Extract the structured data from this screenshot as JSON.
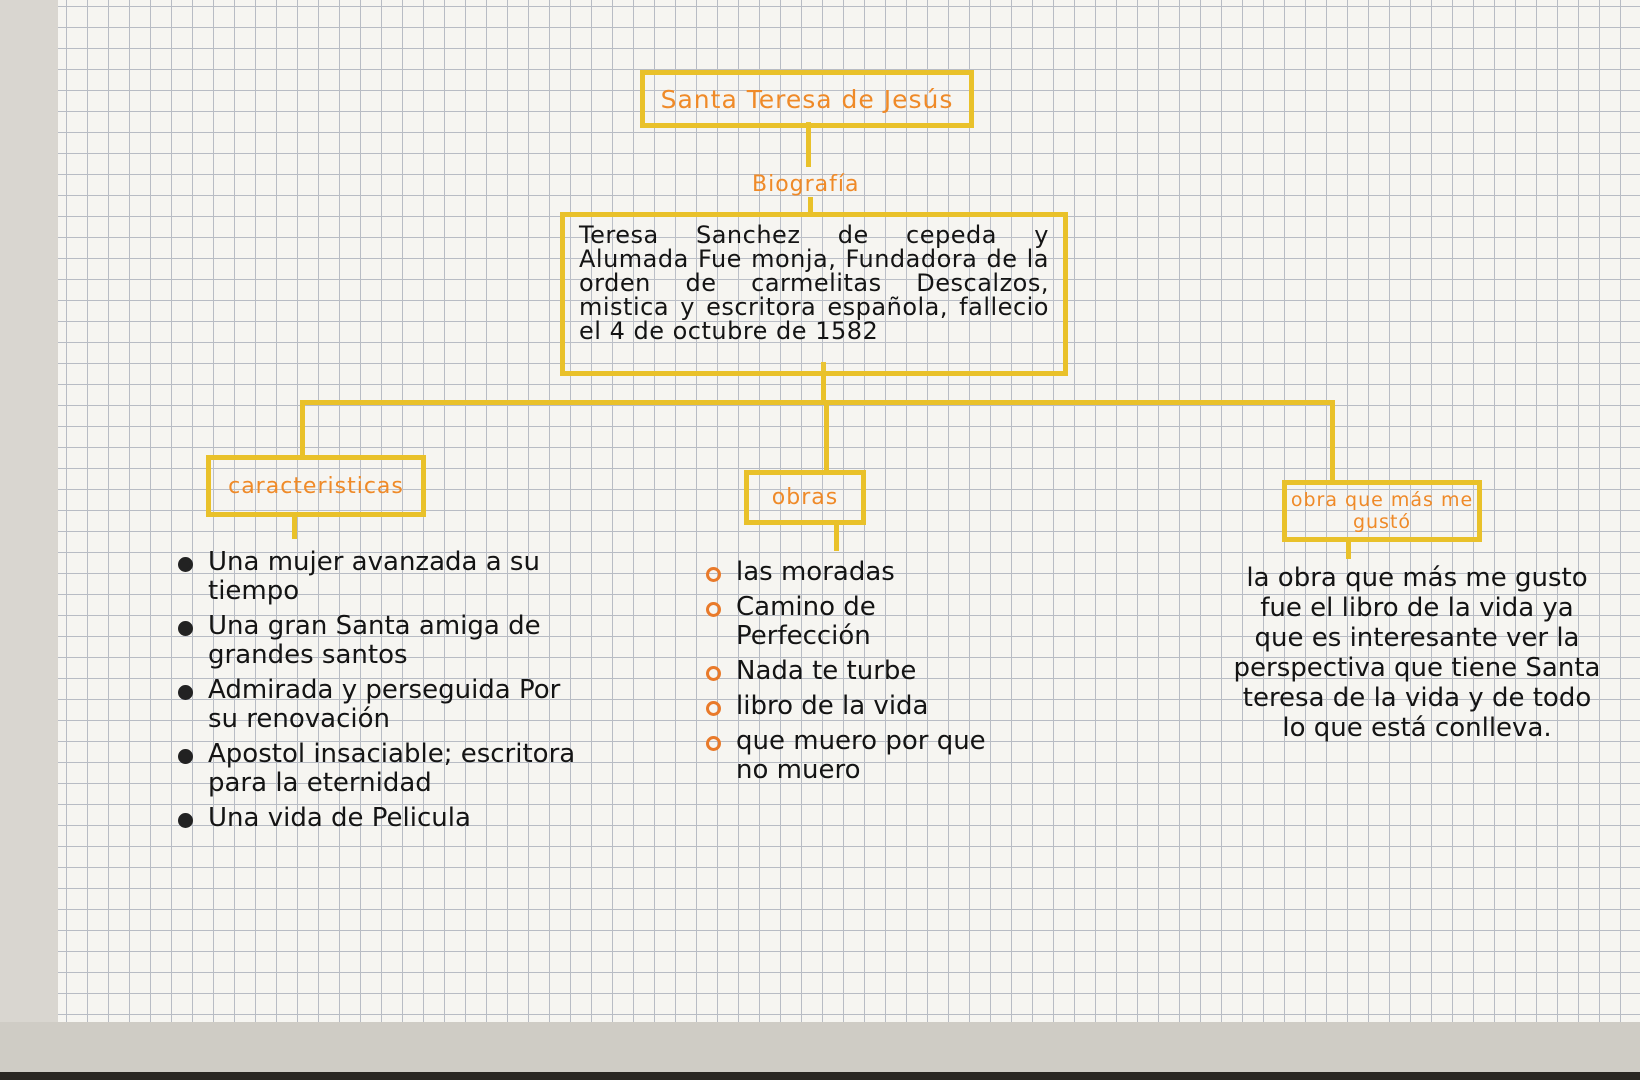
{
  "diagram": {
    "title": "Santa Teresa de Jesús",
    "bio_label": "Biografía",
    "bio_text": "Teresa Sanchez de cepeda y Alumada Fue monja, Fundadora de la orden de carmelitas Descalzos, mistica y escritora española, fallecio el 4 de octubre de 1582",
    "branches": [
      {
        "label": "caracteristicas",
        "items": [
          "Una mujer avanzada a su tiempo",
          "Una gran Santa amiga de grandes santos",
          "Admirada y perseguida Por su renovación",
          "Apostol insaciable; escritora para la eternidad",
          "Una vida de Pelicula"
        ]
      },
      {
        "label": "obras",
        "items": [
          "las moradas",
          "Camino de Perfección",
          "Nada te turbe",
          "libro de la vida",
          "que muero por que no muero"
        ]
      },
      {
        "label": "obra que más me gustó",
        "text": "la obra que más me gusto fue el libro de la vida ya que es interesante ver la perspectiva que tiene Santa teresa de la vida y de todo lo que está conlleva."
      }
    ]
  },
  "colors": {
    "box_border": "#e9c12a",
    "title_text": "#ef8a28",
    "ink": "#141414",
    "grid": "#b8bcc4"
  }
}
